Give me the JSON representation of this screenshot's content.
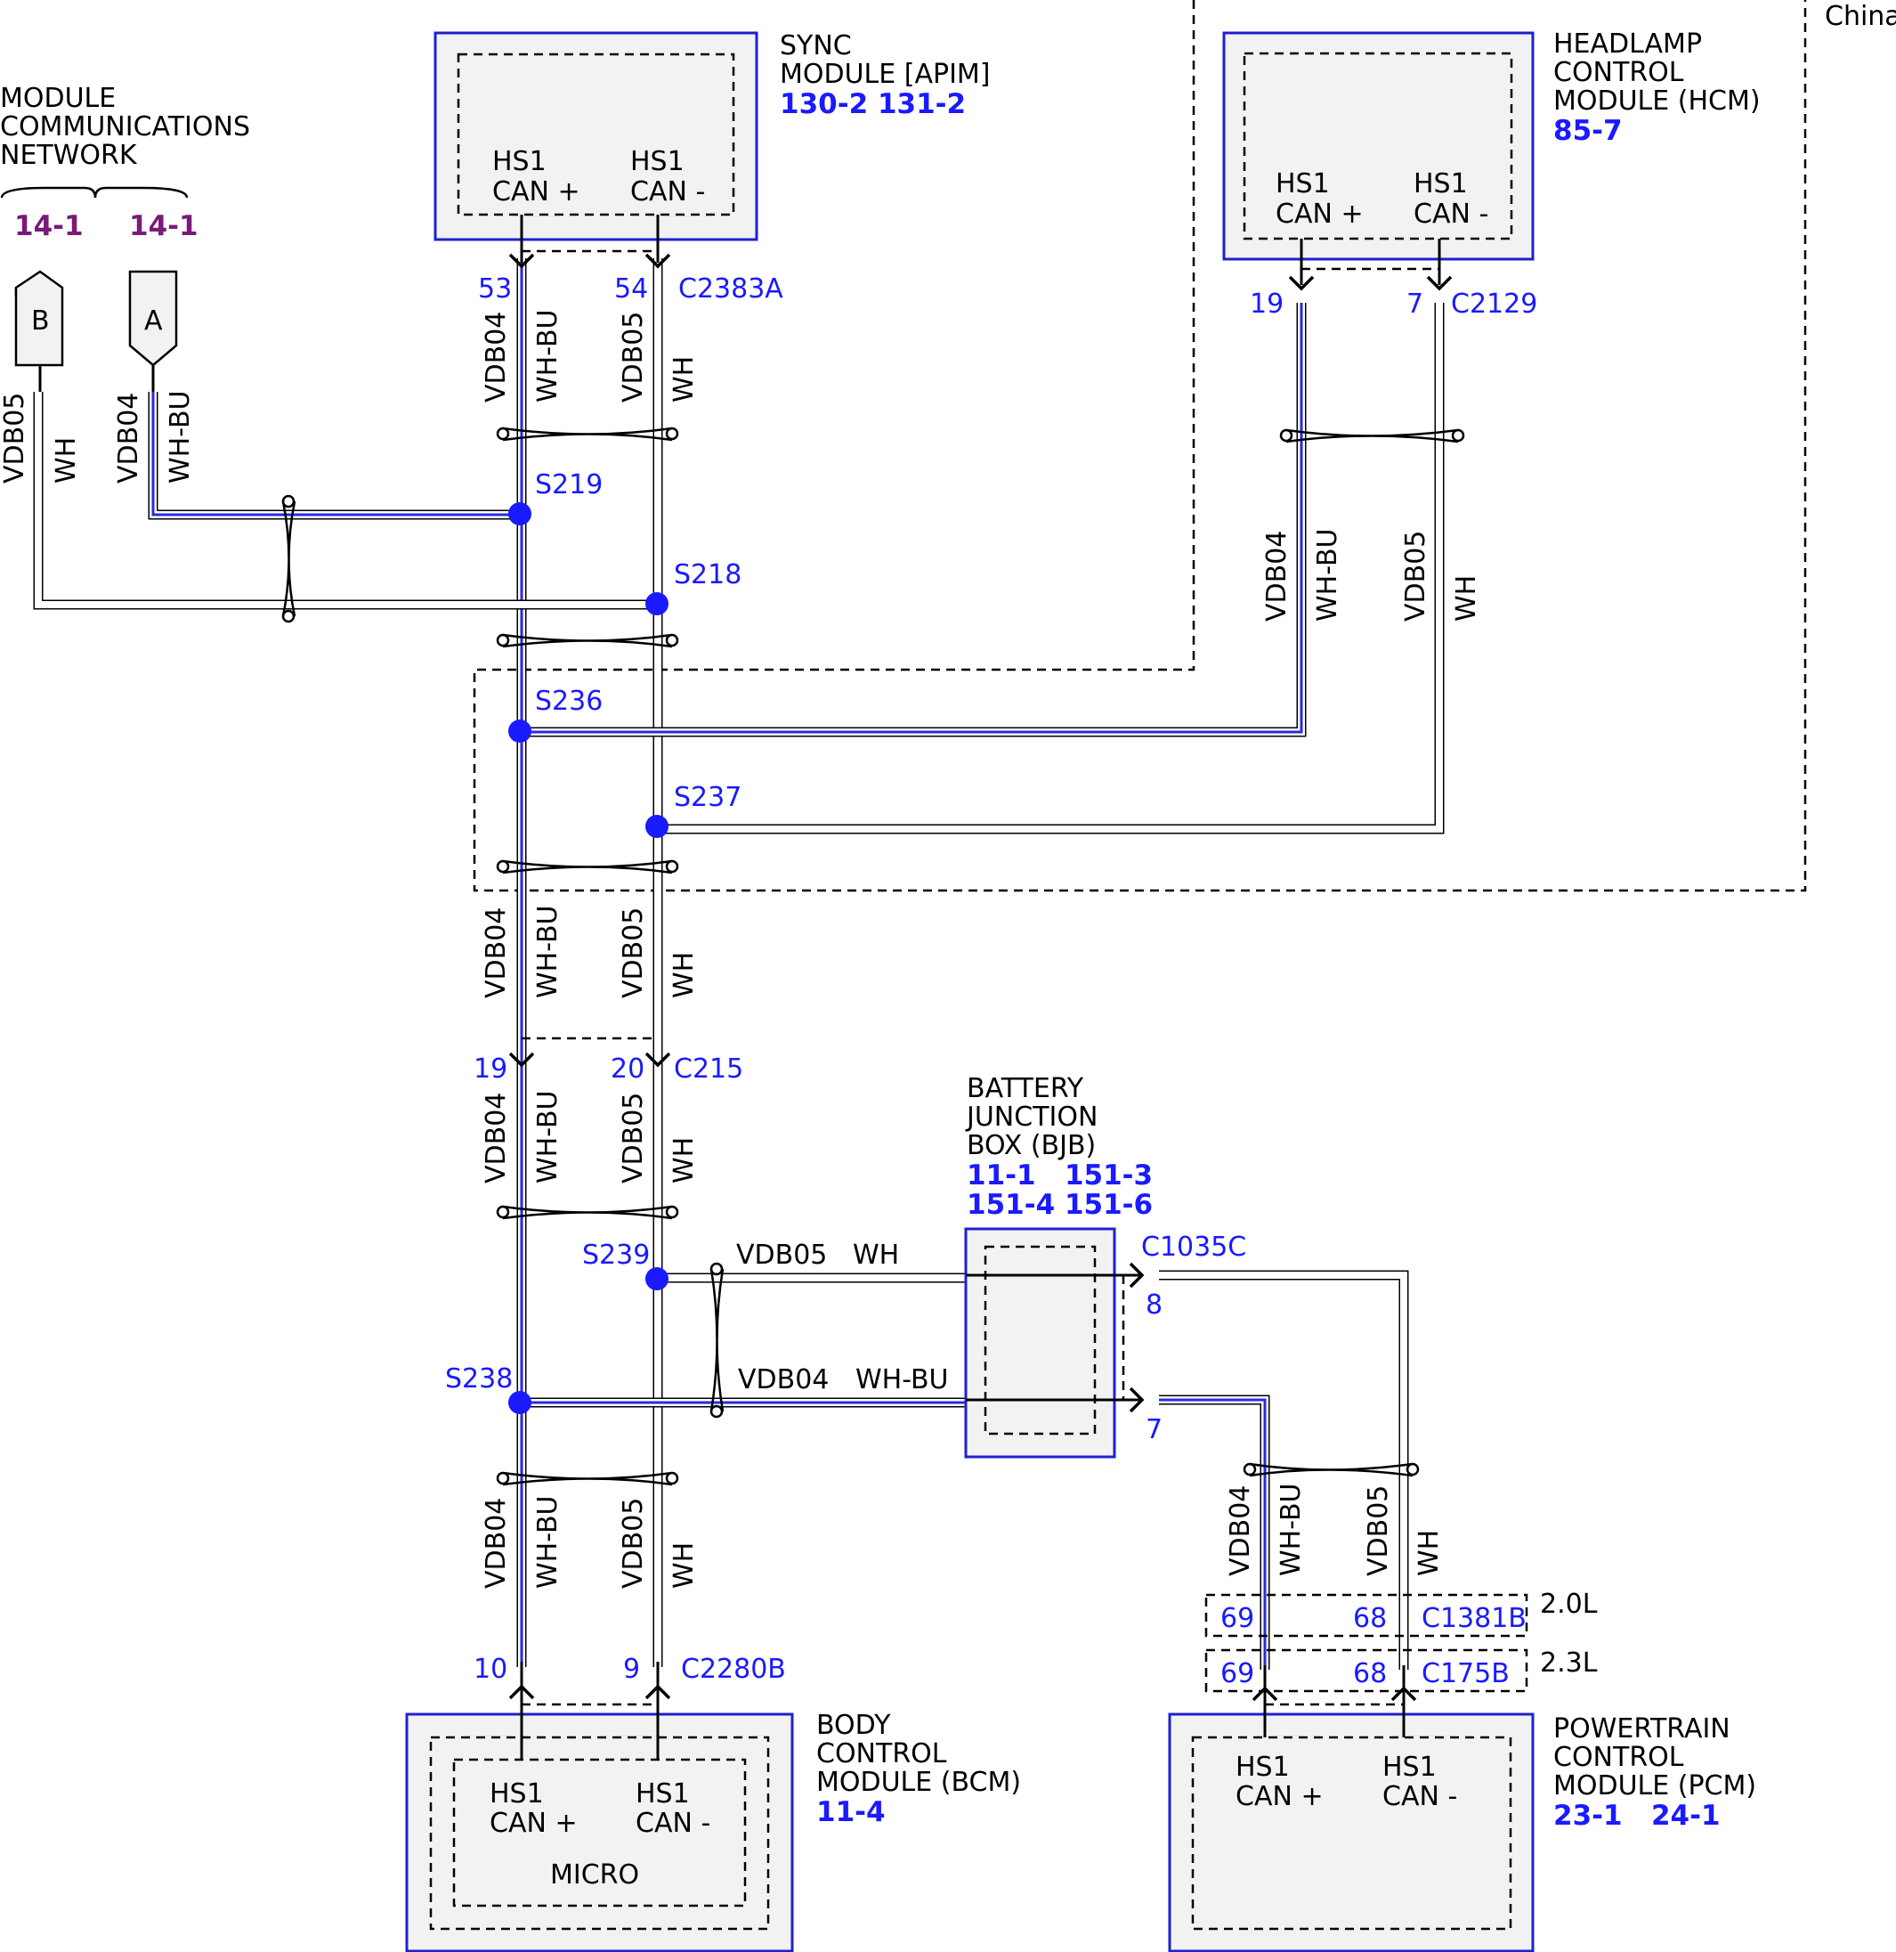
{
  "modules": {
    "sync": {
      "name_lines": [
        "SYNC",
        "MODULE [APIM]"
      ],
      "refs": "130-2 131-2",
      "pin_a": [
        "HS1",
        "CAN +"
      ],
      "pin_b": [
        "HS1",
        "CAN -"
      ]
    },
    "hcm": {
      "name_lines": [
        "HEADLAMP",
        "CONTROL",
        "MODULE (HCM)"
      ],
      "refs": "85-7",
      "pin_a": [
        "HS1",
        "CAN +"
      ],
      "pin_b": [
        "HS1",
        "CAN -"
      ]
    },
    "bcm": {
      "name_lines": [
        "BODY",
        "CONTROL",
        "MODULE (BCM)"
      ],
      "refs": "11-4",
      "pin_a": [
        "HS1",
        "CAN +"
      ],
      "pin_b": [
        "HS1",
        "CAN -"
      ],
      "inner_label": "MICRO"
    },
    "pcm": {
      "name_lines": [
        "POWERTRAIN",
        "CONTROL",
        "MODULE (PCM)"
      ],
      "refs": "23-1   24-1",
      "pin_a": [
        "HS1",
        "CAN +"
      ],
      "pin_b": [
        "HS1",
        "CAN -"
      ]
    },
    "bjb": {
      "name_lines": [
        "BATTERY",
        "JUNCTION",
        "BOX (BJB)"
      ],
      "refs_line1": "11-1   151-3",
      "refs_line2": "151-4 151-6"
    }
  },
  "network": {
    "name_lines": [
      "MODULE",
      "COMMUNICATIONS",
      "NETWORK"
    ],
    "ref_b": "14-1",
    "ref_a": "14-1",
    "conn_b": "B",
    "conn_a": "A"
  },
  "region_label": "China",
  "circuits": {
    "can_plus": "VDB04",
    "can_minus": "VDB05",
    "color_plus": "WH-BU",
    "color_minus": "WH"
  },
  "splices": {
    "s219": "S219",
    "s218": "S218",
    "s236": "S236",
    "s237": "S237",
    "s239": "S239",
    "s238": "S238"
  },
  "connectors": {
    "c2383a": {
      "name": "C2383A",
      "pin_plus": "53",
      "pin_minus": "54"
    },
    "c2129": {
      "name": "C2129",
      "pin_plus": "19",
      "pin_minus": "7"
    },
    "c215": {
      "name": "C215",
      "pin_plus": "19",
      "pin_minus": "20"
    },
    "c1035c": {
      "name": "C1035C",
      "pin_minus": "8",
      "pin_plus": "7"
    },
    "c2280b": {
      "name": "C2280B",
      "pin_plus": "10",
      "pin_minus": "9"
    },
    "c1381b": {
      "name": "C1381B",
      "pin_plus": "69",
      "pin_minus": "68",
      "engine": "2.0L"
    },
    "c175b": {
      "name": "C175B",
      "pin_plus": "69",
      "pin_minus": "68",
      "engine": "2.3L"
    }
  }
}
